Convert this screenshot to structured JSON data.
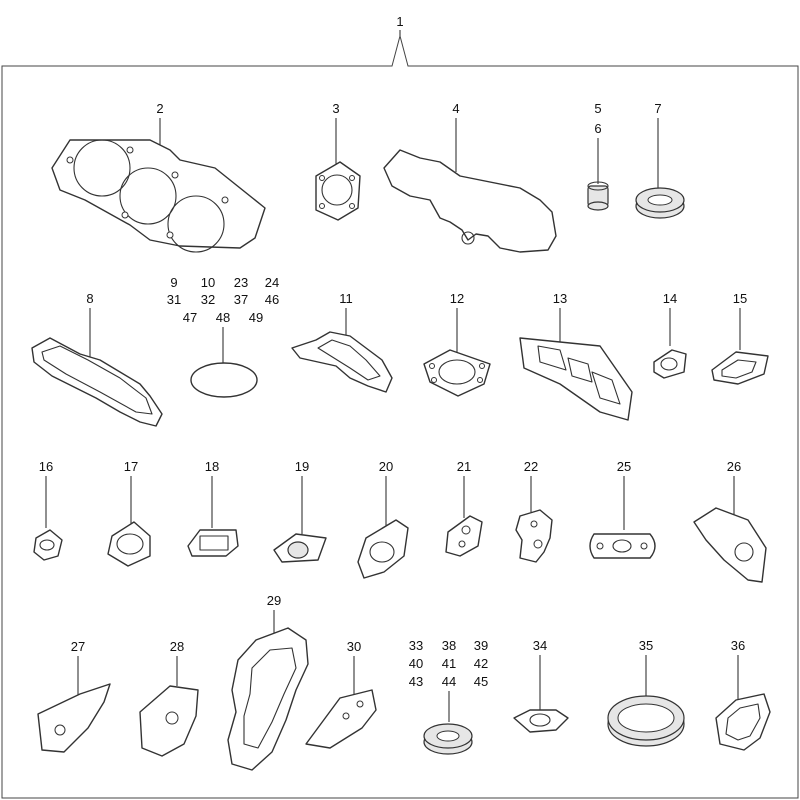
{
  "callouts": {
    "c1": "1",
    "c2": "2",
    "c3": "3",
    "c4": "4",
    "c5": "5",
    "c6": "6",
    "c7": "7",
    "c8": "8",
    "c9": "9",
    "c10": "10",
    "c23": "23",
    "c24": "24",
    "c31": "31",
    "c32": "32",
    "c37": "37",
    "c46": "46",
    "c47": "47",
    "c48": "48",
    "c49": "49",
    "c11": "11",
    "c12": "12",
    "c13": "13",
    "c14": "14",
    "c15": "15",
    "c16": "16",
    "c17": "17",
    "c18": "18",
    "c19": "19",
    "c20": "20",
    "c21": "21",
    "c22": "22",
    "c25": "25",
    "c26": "26",
    "c29": "29",
    "c27": "27",
    "c28": "28",
    "c30": "30",
    "c33": "33",
    "c38": "38",
    "c39": "39",
    "c40": "40",
    "c41": "41",
    "c42": "42",
    "c43": "43",
    "c44": "44",
    "c45": "45",
    "c34": "34",
    "c35": "35",
    "c36": "36"
  }
}
